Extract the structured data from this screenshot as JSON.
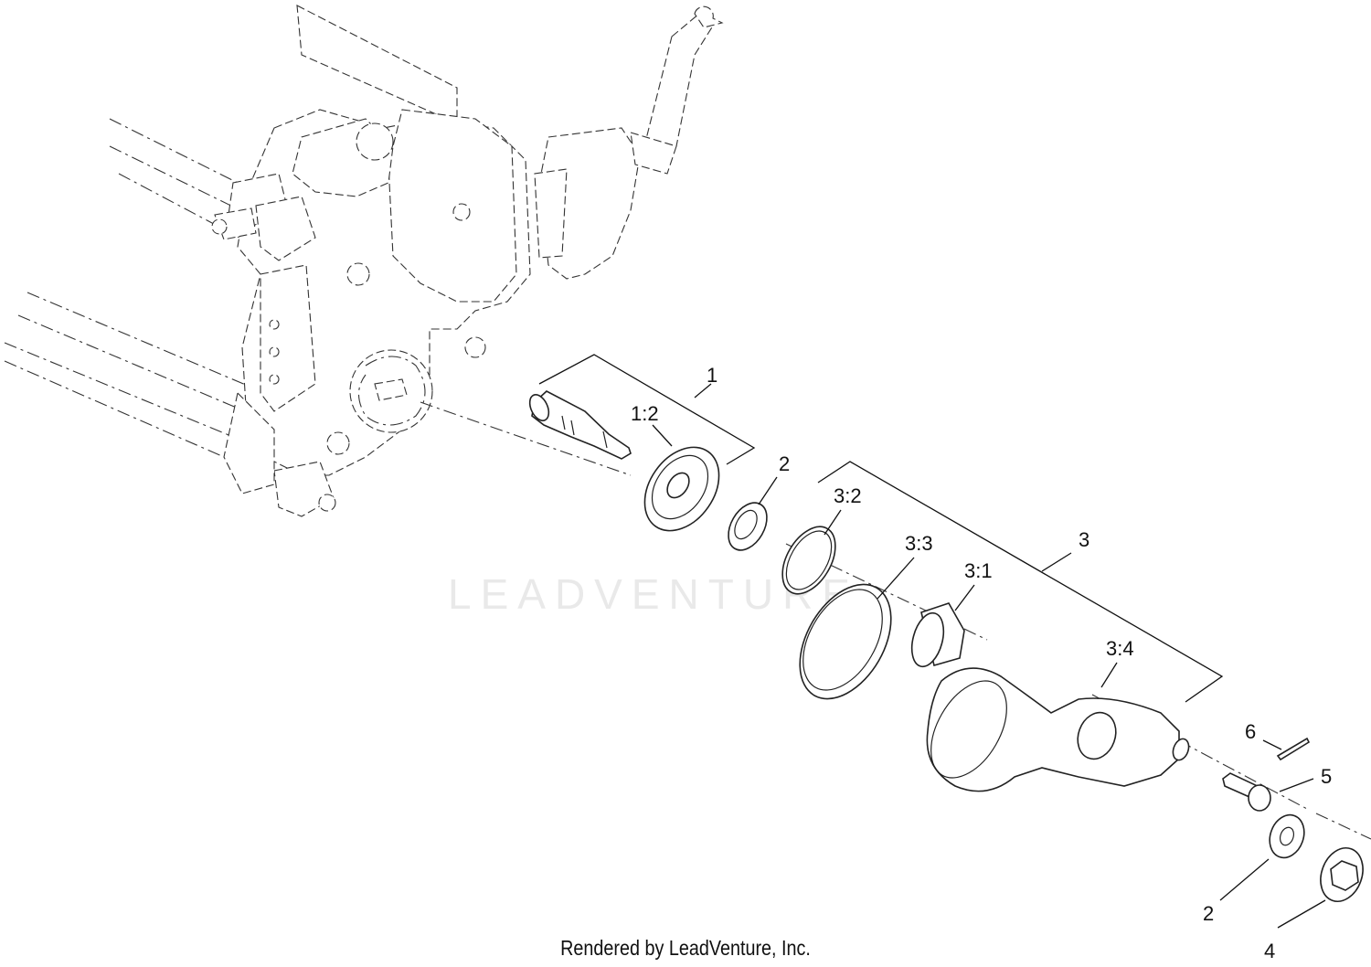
{
  "watermark": "LEADVENTURE",
  "footer": "Rendered by LeadVenture, Inc.",
  "callouts": {
    "c1": "1",
    "c1_2": "1:2",
    "c2a": "2",
    "c3_2": "3:2",
    "c3_3": "3:3",
    "c3_1": "3:1",
    "c3": "3",
    "c3_4": "3:4",
    "c6": "6",
    "c5": "5",
    "c2b": "2",
    "c4": "4"
  }
}
